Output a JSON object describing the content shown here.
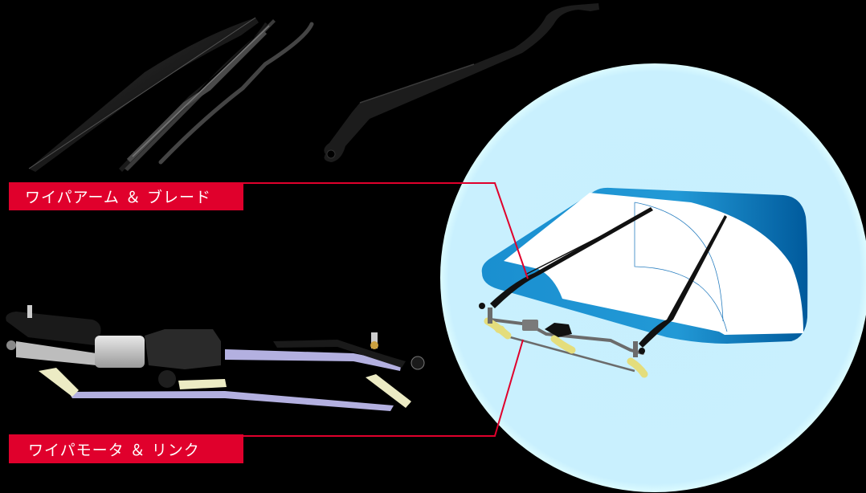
{
  "labels": {
    "arm_blade": "ワイパアーム ＆ ブレード",
    "motor_link": "ワイパモータ ＆ リンク"
  },
  "colors": {
    "background": "#000000",
    "label_red": "#e0002c",
    "circle_fill": "#c8effd",
    "windshield_blue": "#1e96d4",
    "windshield_dark": "#005fa0",
    "linkage_gray": "#6b6b6b",
    "pivot_yellow": "#e4dd7c"
  },
  "components": [
    {
      "name": "wiper-blade-1",
      "type": "blade"
    },
    {
      "name": "wiper-blade-2",
      "type": "blade"
    },
    {
      "name": "wiper-blade-3",
      "type": "blade"
    },
    {
      "name": "wiper-arm",
      "type": "arm"
    },
    {
      "name": "wiper-motor-linkage",
      "type": "motor-link"
    }
  ]
}
